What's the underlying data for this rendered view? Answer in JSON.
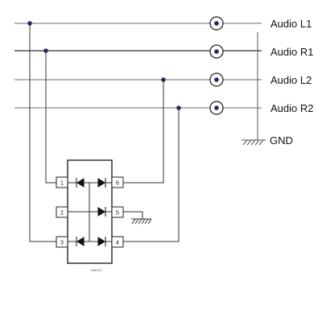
{
  "signals": [
    {
      "label": "Audio L1"
    },
    {
      "label": "Audio R1"
    },
    {
      "label": "Audio L2"
    },
    {
      "label": "Audio R2"
    }
  ],
  "ground": {
    "label": "GND"
  },
  "chip": {
    "part_number": "WBZ2/7",
    "pins": {
      "p1": "1",
      "p2": "2",
      "p3": "3",
      "p4": "4",
      "p5": "5",
      "p6": "6"
    }
  }
}
